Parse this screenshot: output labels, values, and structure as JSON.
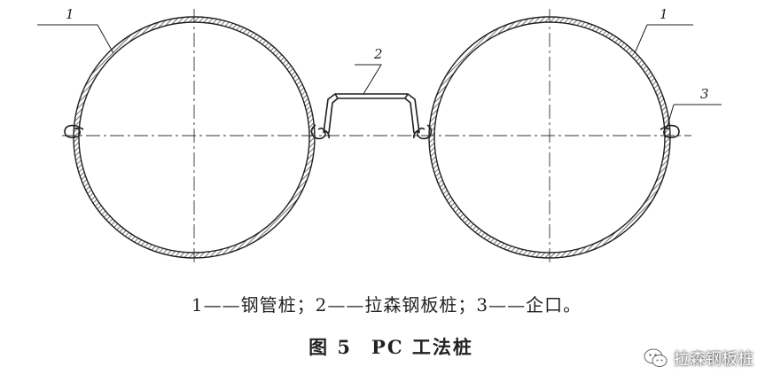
{
  "diagram": {
    "callouts": [
      {
        "id": "left-pipe",
        "label": "1"
      },
      {
        "id": "sheet-pile",
        "label": "2"
      },
      {
        "id": "right-pipe",
        "label": "1"
      },
      {
        "id": "interlock",
        "label": "3"
      }
    ]
  },
  "caption": {
    "legend": "1——钢管桩；2——拉森钢板桩；3——企口。",
    "figure_label": "图 5",
    "figure_title": "PC 工法桩"
  },
  "watermark": {
    "text": "拉森钢板桩",
    "icon": "wechat-icon"
  },
  "colors": {
    "line": "#1f1f1f",
    "hatch": "#3a3a3a",
    "background": "#ffffff"
  }
}
